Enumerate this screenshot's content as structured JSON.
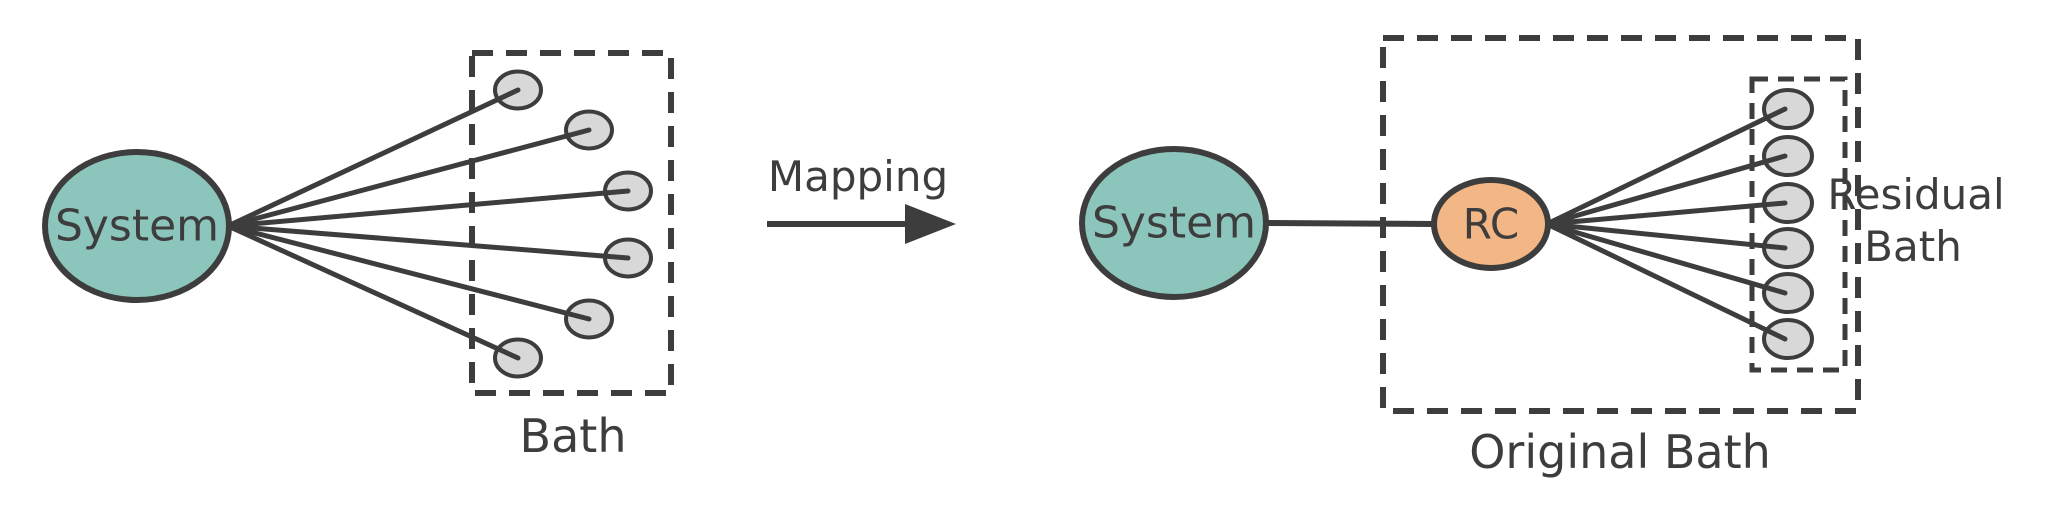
{
  "figure": {
    "description": "Mapping of a system linearly coupled to a bath of modes onto a system coupled to a reaction coordinate (RC) plus residual bath",
    "left_panel": {
      "system_label": "System",
      "bath_label": "Bath",
      "bath_mode_count": 6
    },
    "arrow": {
      "label": "Mapping"
    },
    "right_panel": {
      "system_label": "System",
      "rc_label": "RC",
      "original_bath_label": "Original Bath",
      "residual_bath_label_line1": "Residual",
      "residual_bath_label_line2": "Bath",
      "residual_mode_count": 6
    }
  },
  "colors": {
    "system_fill": "#8cc5bb",
    "rc_fill": "#f2b784",
    "node_fill": "#d8d8d8",
    "ink": "#3d3d3d",
    "background": "#ffffff"
  }
}
